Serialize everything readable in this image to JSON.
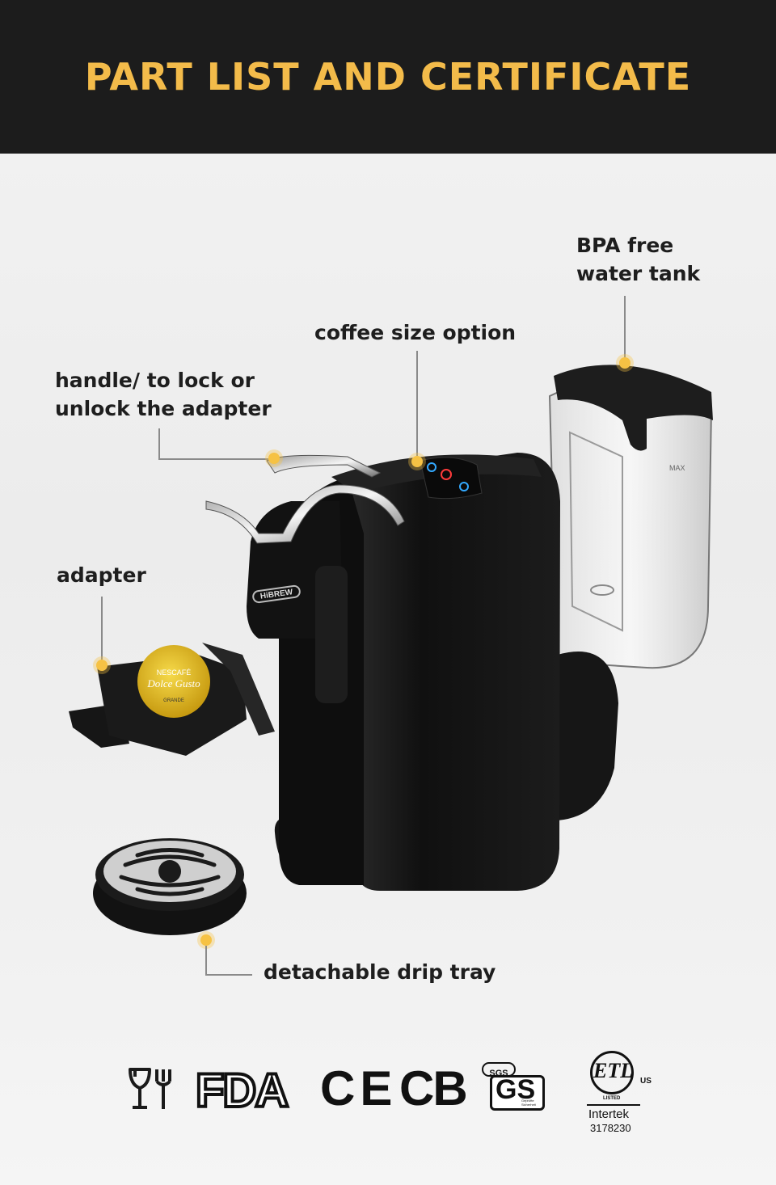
{
  "header": {
    "title": "PART LIST AND CERTIFICATE"
  },
  "labels": {
    "water_tank_line1": "BPA free",
    "water_tank_line2": "water tank",
    "coffee_size": "coffee size option",
    "handle_line1": "handle/ to lock or",
    "handle_line2": "unlock the adapter",
    "adapter": "adapter",
    "drip_tray": "detachable drip tray"
  },
  "product": {
    "brand_badge": "HiBREW",
    "capsule_brand_top": "NESCAFÉ",
    "capsule_brand_main": "Dolce Gusto",
    "capsule_flavor": "GRANDE",
    "tank_marking": "MAX"
  },
  "certifications": {
    "fda": "FDA",
    "ce": "CE",
    "cb": "CB",
    "sgs": "SGS",
    "gs": "GS",
    "gs_sub": "Geprüfte Sicherheit",
    "etl": "ETL",
    "etl_listed": "LISTED",
    "etl_us": "US",
    "intertek": "Intertek",
    "intertek_number": "3178230"
  },
  "colors": {
    "header_bg": "#1c1c1c",
    "title": "#f3bb4a",
    "dot": "#f6c244",
    "machine": "#141414"
  }
}
